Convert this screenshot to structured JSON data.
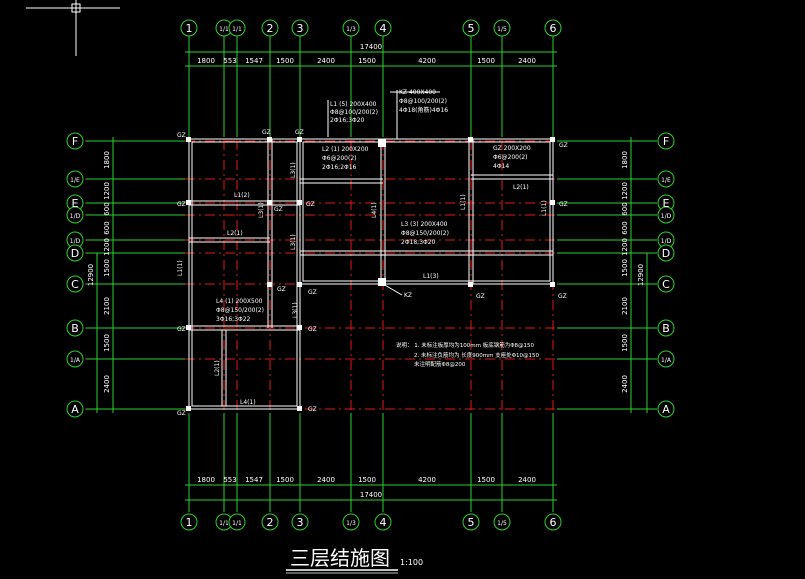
{
  "drawing": {
    "title": "三层结施图",
    "scale": "1:100",
    "total_dim": "17400",
    "column_tags": [
      "1",
      "1/1",
      "1/1",
      "2",
      "3",
      "1/3",
      "4",
      "5",
      "1/5",
      "6"
    ],
    "row_tags": [
      "F",
      "1/E",
      "E",
      "1/D",
      "1/D",
      "D",
      "C",
      "B",
      "1/A",
      "A"
    ],
    "dims_top": [
      "1800",
      "553",
      "1547",
      "1500",
      "2400",
      "1500",
      "4200",
      "1500",
      "2400"
    ],
    "dims_bottom": [
      "1800",
      "553",
      "1547",
      "1500",
      "2400",
      "1500",
      "4200",
      "1500",
      "2400"
    ],
    "dims_left": [
      "1800",
      "1200",
      "600",
      "600",
      "1200",
      "1500",
      "2100",
      "1500",
      "2400"
    ],
    "dims_right": [
      "1800",
      "1200",
      "600",
      "600",
      "1200",
      "1500",
      "2100",
      "1500",
      "2400"
    ],
    "total_left": "12900",
    "total_right": "12900",
    "gz_tag": "GZ",
    "kz_tag": "KZ",
    "beams": {
      "L1_1": "L1(2)",
      "L2_1": "L2(1)",
      "L2_2": "L2(1)",
      "L3_1": "L3(1)",
      "L3_2": "L3(1)",
      "L1_v": "L1(1)",
      "L1_v2": "L1(1)",
      "L1_3": "L1(3)",
      "L2_v": "L2(1)",
      "L3_v": "L3(1)",
      "L4_v": "L4(1)",
      "L1_e": "L1(1)",
      "L4_1": "L4(1)",
      "L2_b": "L2(1)",
      "L3_c": "L3(1)"
    },
    "notes": {
      "n1a": "L1 (5)  200X400",
      "n1b": "Φ8@100/200(2)",
      "n1c": "2Φ16;3Φ20",
      "n2a": "KZ  400X400",
      "n2b": "Φ8@100/200(2)",
      "n2c": "4Φ18(角筋)4Φ16",
      "n3a": "L2 (1)  200X200",
      "n3b": "Φ6@200(2)",
      "n3c": "2Φ16;2Φ16",
      "n4a": "GZ  200X200",
      "n4b": "Φ6@200(2)",
      "n4c": "4Φ14",
      "n5a": "L3 (3)  200X400",
      "n5b": "Φ8@150/200(2)",
      "n5c": "2Φ18;3Φ20",
      "n6a": "L4 (1)  200X500",
      "n6b": "Φ8@150/200(2)",
      "n6c": "3Φ16;3Φ22",
      "r1": "说明：  1. 未标注板厚均为100mm  板底钢筋为Φ8@150",
      "r2": "2. 未标注负筋均为  长度900mm  支座处Φ10@150",
      "r3": "未注明配筋Φ8@200"
    }
  }
}
